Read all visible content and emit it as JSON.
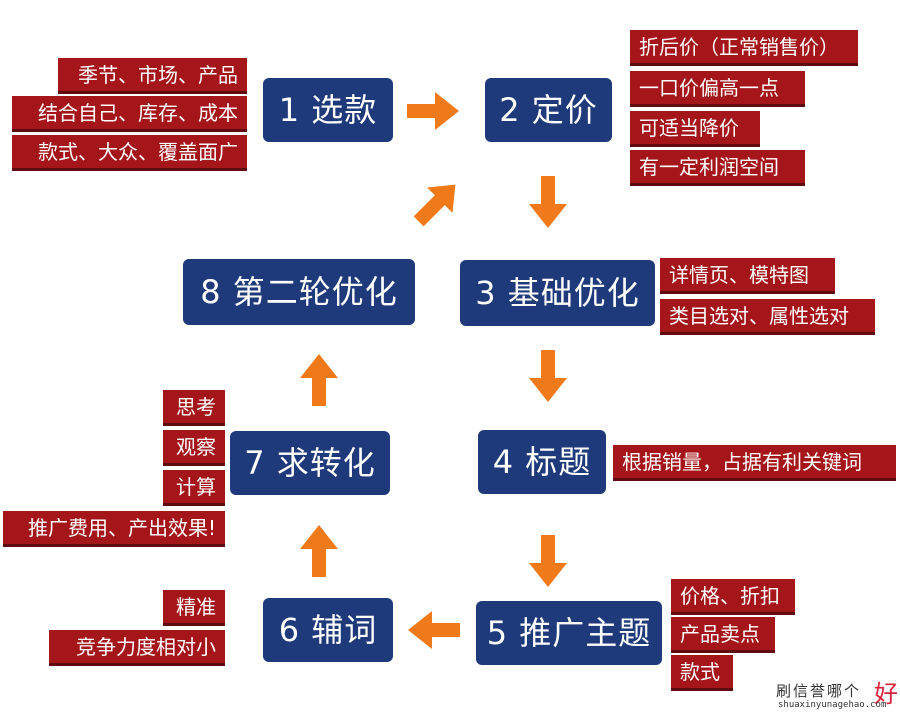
{
  "steps": {
    "s1": "1 选款",
    "s2": "2 定价",
    "s3": "3 基础优化",
    "s4": "4 标题",
    "s5": "5 推广主题",
    "s6": "6 辅词",
    "s7": "7 求转化",
    "s8": "8 第二轮优化"
  },
  "notes": {
    "n1": [
      "季节、市场、产品",
      "结合自己、库存、成本",
      "款式、大众、覆盖面广"
    ],
    "n2": [
      "折后价（正常销售价）",
      "一口价偏高一点",
      "可适当降价",
      "有一定利润空间"
    ],
    "n3": [
      "详情页、模特图",
      "类目选对、属性选对"
    ],
    "n4": [
      "根据销量，占据有利关键词"
    ],
    "n5": [
      "价格、折扣",
      "产品卖点",
      "款式"
    ],
    "n6": [
      "精准",
      "竞争力度相对小"
    ],
    "n7": [
      "思考",
      "观察",
      "计算",
      "推广费用、产出效果!"
    ]
  },
  "watermark": {
    "text": "刷信誉哪个",
    "big": "好",
    "url": "shuaxinyunagehao.com"
  },
  "colors": {
    "step_box": "#1f3a7a",
    "note_box": "#a4161a",
    "arrow": "#f07a1a"
  }
}
